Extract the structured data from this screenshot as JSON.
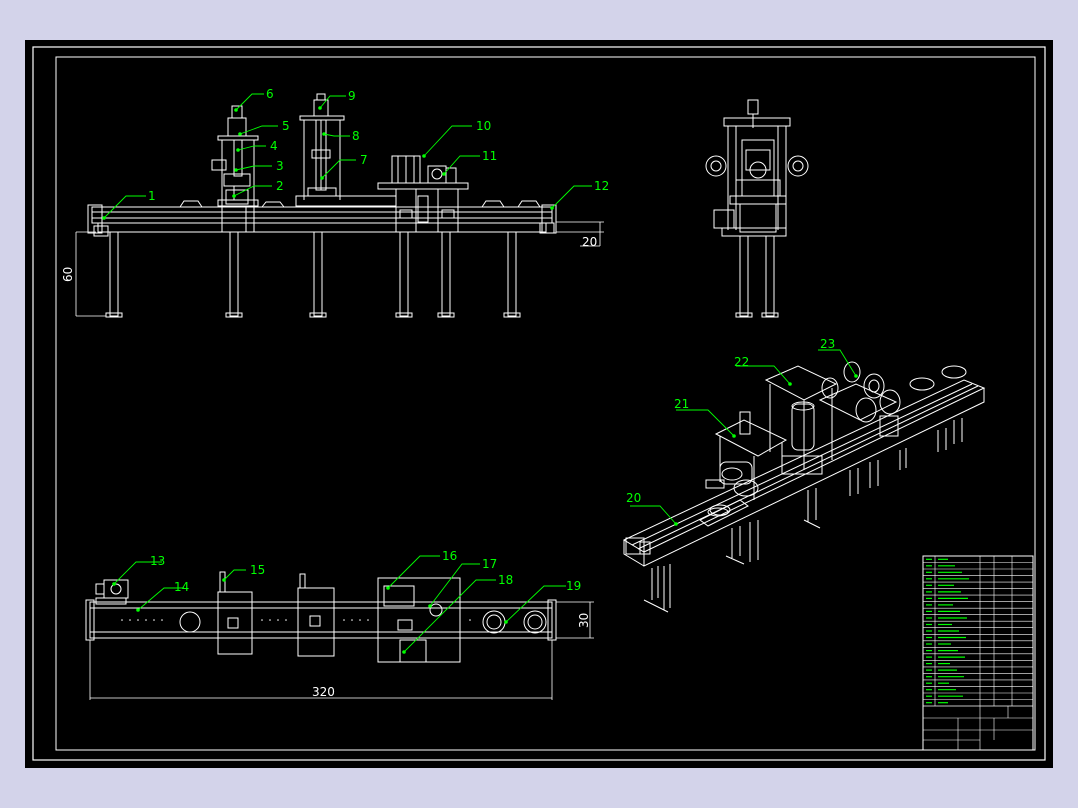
{
  "drawing": {
    "background_color": "#000000",
    "page_color": "#d3d3ea",
    "frame_color": "#ffffff",
    "line_color": "#ffffff",
    "callout_color": "#00ff00"
  },
  "dimensions": {
    "front_right_height": "20",
    "front_left_height": "60",
    "plan_height": "30",
    "plan_length": "320"
  },
  "callouts": {
    "c1": "1",
    "c2": "2",
    "c3": "3",
    "c4": "4",
    "c5": "5",
    "c6": "6",
    "c7": "7",
    "c8": "8",
    "c9": "9",
    "c10": "10",
    "c11": "11",
    "c12": "12",
    "c13": "13",
    "c14": "14",
    "c15": "15",
    "c16": "16",
    "c17": "17",
    "c18": "18",
    "c19": "19",
    "c20": "20",
    "c21": "21",
    "c22": "22",
    "c23": "23"
  },
  "title_block": {
    "row_count": 23
  }
}
